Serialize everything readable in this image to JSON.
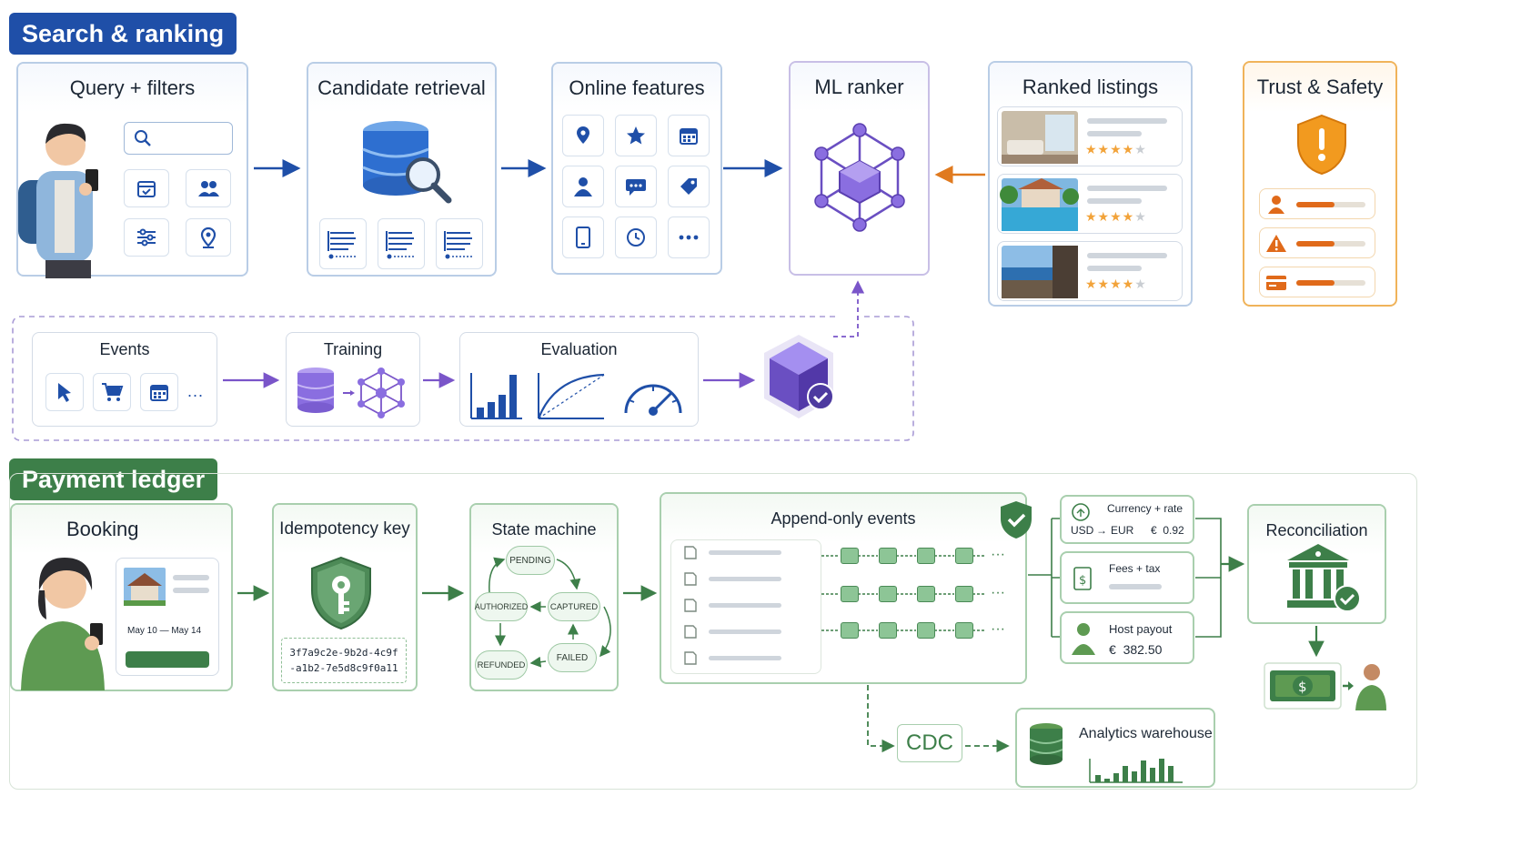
{
  "search": {
    "tag": "Search & ranking",
    "query": {
      "title": "Query + filters"
    },
    "retrieval": {
      "title": "Candidate retrieval"
    },
    "features": {
      "title": "Online features"
    },
    "ranker": {
      "title": "ML ranker"
    },
    "listings": {
      "title": "Ranked listings",
      "stars": "★★★★",
      "star_off": "★"
    },
    "trust": {
      "title": "Trust & Safety"
    },
    "events": {
      "title": "Events",
      "more": "..."
    },
    "training": {
      "title": "Training"
    },
    "evaluation": {
      "title": "Evaluation"
    }
  },
  "payment": {
    "tag": "Payment ledger",
    "booking": {
      "title": "Booking",
      "dates": "May 10  —  May 14"
    },
    "idempotency": {
      "title": "Idempotency key",
      "key_line1": "3f7a9c2e-9b2d-4c9f",
      "key_line2": "-a1b2-7e5d8c9f0a11"
    },
    "state_machine": {
      "title": "State machine",
      "pending": "PENDING",
      "authorized": "AUTHORIZED",
      "captured": "CAPTURED",
      "refunded": "REFUNDED",
      "failed": "FAILED"
    },
    "append": {
      "title": "Append-only events",
      "ellipsis": "···"
    },
    "currency": {
      "title": "Currency + rate",
      "from": "USD",
      "arrow": "→",
      "to": "EUR",
      "rate": "€  0.92"
    },
    "fees": {
      "title": "Fees + tax"
    },
    "payout": {
      "title": "Host payout",
      "amount": "€  382.50"
    },
    "reconciliation": {
      "title": "Reconciliation"
    },
    "cdc": {
      "label": "CDC"
    },
    "warehouse": {
      "title": "Analytics warehouse"
    }
  },
  "colors": {
    "blue_tag": "#1f4fa8",
    "green_tag": "#3d7f49",
    "arrow_blue": "#1f4fa8",
    "arrow_purple": "#7a55c9",
    "arrow_orange": "#e07a1f",
    "arrow_green": "#3d7f49"
  }
}
